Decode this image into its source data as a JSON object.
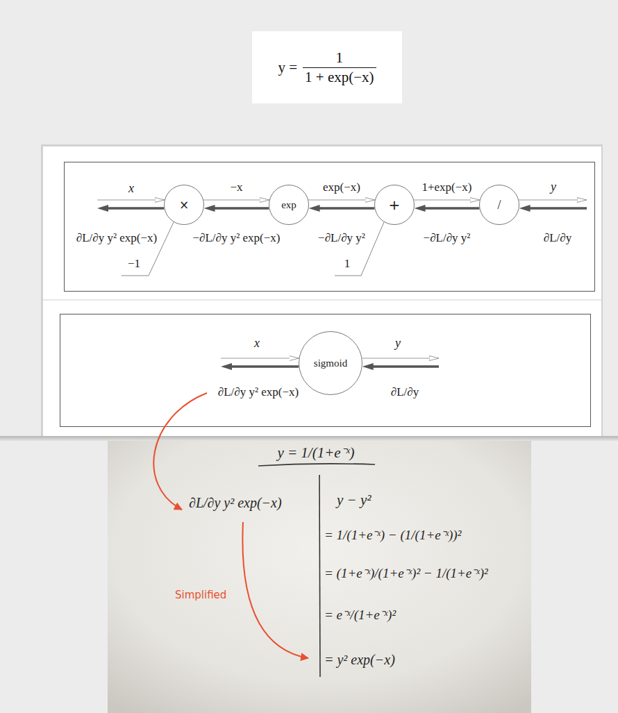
{
  "diagram": {
    "nodes": [
      {
        "text": [
          "y =",
          "1",
          "1 + exp(−x)"
        ]
      },
      {
        "text": [
          "×"
        ]
      },
      {
        "text": [
          "exp"
        ]
      },
      {
        "text": [
          "+"
        ]
      },
      {
        "text": [
          "/"
        ]
      },
      {
        "text": [
          "sigmoid"
        ]
      },
      {
        "text": [
          "y = 1/(1+e⁻ˣ)",
          "∂L/∂y y² exp(−x)",
          "y − y²",
          "= 1/(1+e⁻ˣ) − (1/(1+e⁻ˣ))²",
          "= (1+e⁻ˣ)/(1+e⁻ˣ)² − 1/(1+e⁻ˣ)²",
          "= e⁻ˣ/(1+e⁻ˣ)²",
          "= y² exp(−x)"
        ]
      }
    ],
    "edges": [
      {
        "from": 1,
        "to": 2,
        "label": "−x",
        "arrow": "to"
      },
      {
        "from": 2,
        "to": 3,
        "label": "exp(−x)",
        "arrow": "to"
      },
      {
        "from": 3,
        "to": 4,
        "label": "1+exp(−x)",
        "arrow": "to"
      },
      {
        "from": 4,
        "to": 3,
        "label": "−∂L/∂y y²",
        "arrow": "to"
      },
      {
        "from": 3,
        "to": 2,
        "label": "−∂L/∂y y²",
        "arrow": "to"
      },
      {
        "from": 2,
        "to": 1,
        "label": "−∂L/∂y y² exp(−x)",
        "arrow": "to"
      }
    ],
    "labels": [
      "x",
      "y",
      "∂L/∂y y² exp(−x)",
      "∂L/∂y",
      "−1",
      "1",
      "x",
      "y",
      "∂L/∂y y² exp(−x)",
      "∂L/∂y",
      "Simplified"
    ]
  }
}
